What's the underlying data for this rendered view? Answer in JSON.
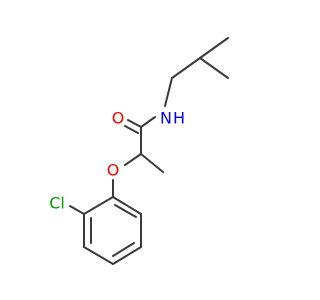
{
  "molecule": {
    "atoms": {
      "oxygen_carbonyl": "O",
      "nitrogen_amide": "N",
      "hydrogen_amide": "H",
      "oxygen_ether": "O",
      "chlorine": "Cl"
    },
    "colors": {
      "bond": "#3a3a3a",
      "oxygen": "#ff0000",
      "nitrogen": "#0000ff",
      "chlorine": "#00a000",
      "background": "#ffffff"
    }
  }
}
